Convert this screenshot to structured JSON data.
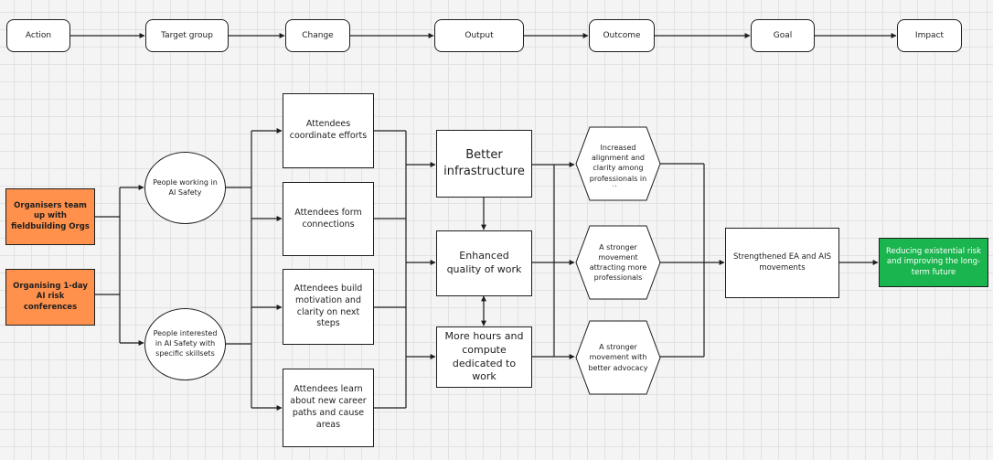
{
  "columns": {
    "action": "Action",
    "target_group": "Target group",
    "change": "Change",
    "output": "Output",
    "outcome": "Outcome",
    "goal": "Goal",
    "impact": "Impact"
  },
  "actions": {
    "team_up": "Organisers team up with fieldbuilding Orgs",
    "conferences": "Organising 1-day AI risk conferences"
  },
  "target_groups": {
    "working": "People working in AI Safety",
    "interested": "People interested in AI Safety with specific skillsets"
  },
  "changes": {
    "coordinate": "Attendees coordinate efforts",
    "connections": "Attendees form connections",
    "motivation": "Attendees build motivation and clarity on next steps",
    "career": "Attendees learn about new career paths and cause areas"
  },
  "outputs": {
    "infrastructure": "Better infrastructure",
    "quality": "Enhanced quality of work",
    "hours": "More hours and compute dedicated to work"
  },
  "outcomes": {
    "alignment": "Increased alignment and clarity among professionals in the",
    "movement": "A stronger movement attracting more professionals",
    "advocacy": "A stronger movement with better advocacy"
  },
  "goal": {
    "label": "Strengthened EA and AIS movements"
  },
  "impact": {
    "label": "Reducing existential risk and improving the long-term future"
  },
  "colors": {
    "action_fill": "#ff914d",
    "impact_fill": "#1ab54e",
    "stroke": "#1e1e1e",
    "canvas": "#f4f4f4",
    "grid": "#e2e2e2"
  }
}
